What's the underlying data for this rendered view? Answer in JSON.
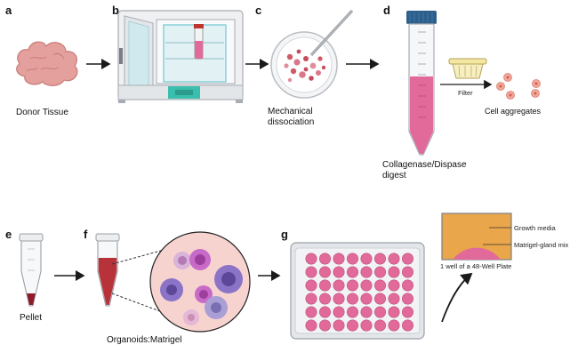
{
  "panels": {
    "a": {
      "letter": "a",
      "caption": "Donor Tissue"
    },
    "b": {
      "letter": "b"
    },
    "c": {
      "letter": "c",
      "caption_line1": "Mechanical",
      "caption_line2": "dissociation"
    },
    "d": {
      "letter": "d",
      "caption_line1": "Collagenase/Dispase",
      "caption_line2": "digest",
      "filter_label": "Filter",
      "aggregates_label": "Cell aggregates"
    },
    "e": {
      "letter": "e",
      "caption": "Pellet"
    },
    "f": {
      "letter": "f",
      "caption": "Organoids:Matrigel"
    },
    "g": {
      "letter": "g",
      "growth_media_label": "Growth media",
      "gland_mix_label": "Matrigel-gland mix",
      "well_caption": "1 well of a 48-Well Plate"
    }
  },
  "colors": {
    "pink": "#e16a9a",
    "tissue": "#e4a09c",
    "incubator_teal": "#3bbfad",
    "tube_cap": "#2d5f8a",
    "media_orange": "#e9a64a",
    "dark_red": "#8e1a2a"
  }
}
